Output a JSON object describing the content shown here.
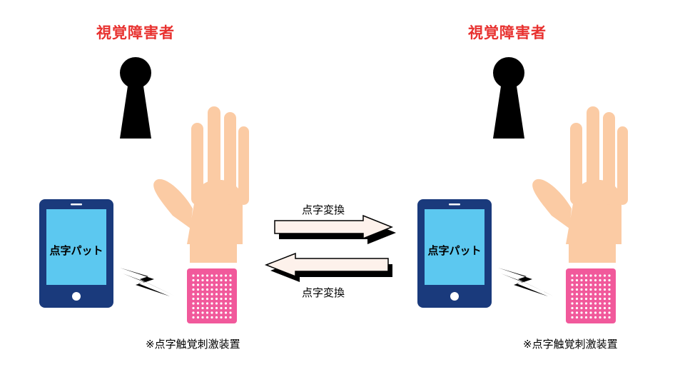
{
  "left": {
    "title": "視覚障害者",
    "phone_label": "点字パット",
    "device_label": "※点字触覚刺激装置"
  },
  "right": {
    "title": "視覚障害者",
    "phone_label": "点字パット",
    "device_label": "※点字触覚刺激装置"
  },
  "arrows": {
    "top_label": "点字変換",
    "bottom_label": "点字変換"
  },
  "colors": {
    "title": "#e8312f",
    "phone_body": "#1a3a7c",
    "phone_screen": "#5cc8f0",
    "skin": "#fbcba4",
    "sleeve": "#f1599b",
    "arrow_fill": "#fdf1eb"
  }
}
